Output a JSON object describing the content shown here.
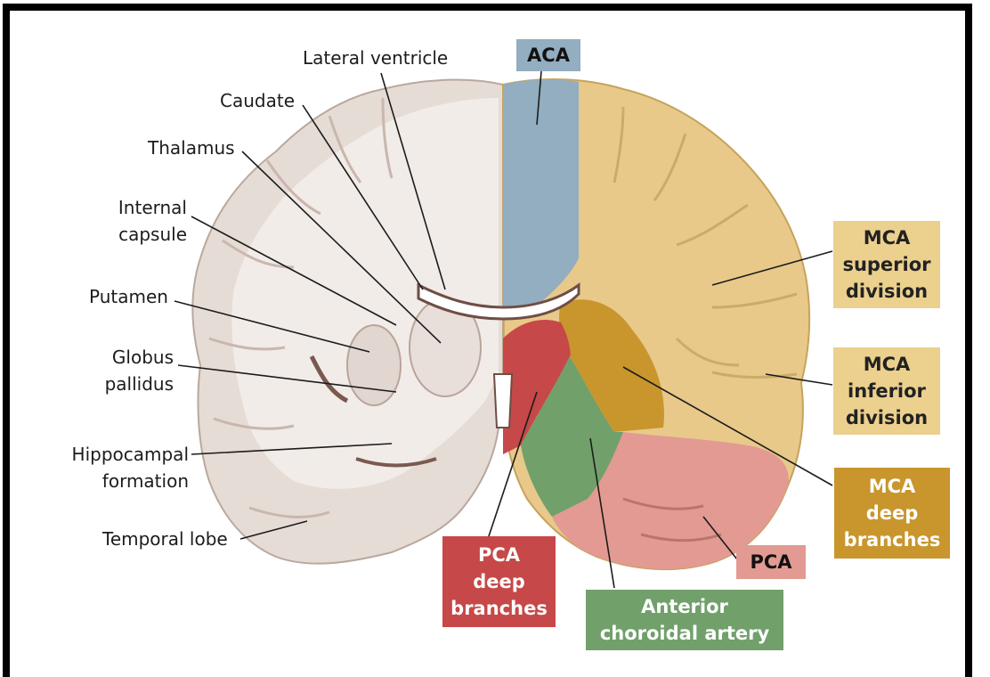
{
  "labels": {
    "lateral_ventricle": "Lateral ventricle",
    "caudate": "Caudate",
    "thalamus": "Thalamus",
    "internal_capsule": "Internal\ncapsule",
    "putamen": "Putamen",
    "globus_pallidus": "Globus\npallidus",
    "hippocampal_formation": "Hippocampal\nformation",
    "temporal_lobe": "Temporal lobe"
  },
  "territories": {
    "aca": "ACA",
    "mca_superior": "MCA\nsuperior\ndivision",
    "mca_inferior": "MCA\ninferior\ndivision",
    "mca_deep": "MCA\ndeep\nbranches",
    "pca": "PCA",
    "pca_deep": "PCA\ndeep\nbranches",
    "anterior_choroidal": "Anterior\nchoroidal artery"
  },
  "colors": {
    "aca": "#92aec0",
    "mca": "#e8c98a",
    "mca_deep": "#c8962d",
    "pca": "#e29a92",
    "pca_deep": "#c64848",
    "anterior_choroidal": "#71a06b",
    "brain_tissue": "#e6dcd6",
    "frame": "#000000"
  }
}
